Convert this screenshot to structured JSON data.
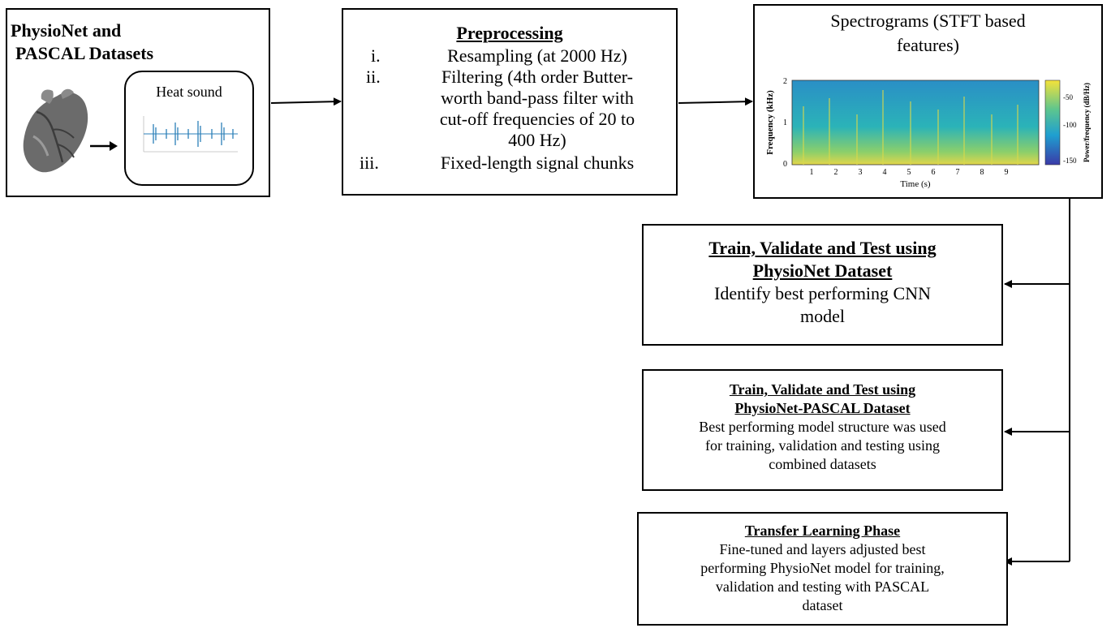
{
  "datasets": {
    "title_line1": "PhysioNet and",
    "title_line2": "PASCAL Datasets",
    "heart_sound_label": "Heat sound"
  },
  "preprocessing": {
    "title": "Preprocessing",
    "items": [
      {
        "num": "i.",
        "lines": [
          "Resampling (at 2000 Hz)"
        ]
      },
      {
        "num": "ii.",
        "lines": [
          "Filtering  (4th order Butter-",
          "worth band-pass filter with",
          "cut-off frequencies of 20 to",
          "400 Hz)"
        ]
      },
      {
        "num": "iii.",
        "lines": [
          "Fixed-length signal chunks"
        ]
      }
    ]
  },
  "spectrogram": {
    "title_line1": "Spectrograms (STFT based",
    "title_line2": "features)",
    "ylabel": "Frequency (kHz)",
    "xlabel": "Time (s)",
    "colorbar_label": "Power/frequency (dB/Hz)",
    "yticks": [
      "2",
      "1",
      "0"
    ],
    "xticks": [
      "1",
      "2",
      "3",
      "4",
      "5",
      "6",
      "7",
      "8",
      "9"
    ],
    "cticks": [
      "-50",
      "-100",
      "-150"
    ]
  },
  "physionet_box": {
    "title_line1": "Train, Validate and Test using",
    "title_line2": "PhysioNet Dataset",
    "body_line1": "Identify best performing CNN",
    "body_line2": "model"
  },
  "combined_box": {
    "title_line1": "Train, Validate  and Test using",
    "title_line2": "PhysioNet-PASCAL Dataset",
    "body": [
      "Best performing model structure was used",
      "for training, validation and testing using",
      "combined datasets"
    ]
  },
  "transfer_box": {
    "title": "Transfer Learning  Phase",
    "body": [
      "Fine-tuned and layers adjusted best",
      "performing PhysioNet model for training,",
      "validation and testing with PASCAL",
      "dataset"
    ]
  },
  "colors": {
    "spectrogram_base": "#2aa5c9",
    "spectrogram_hot": "#e3d64a",
    "waveform": "#2b7fb8"
  }
}
